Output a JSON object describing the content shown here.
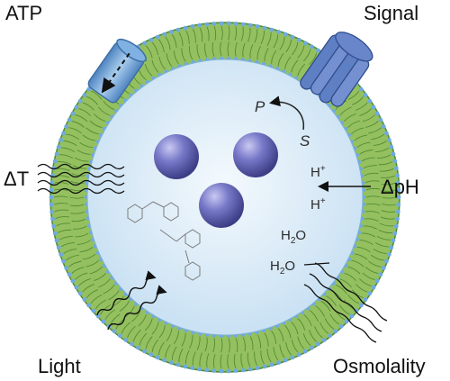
{
  "labels": {
    "atp": "ATP",
    "signal": "Signal",
    "delta_t": "ΔT",
    "delta_ph": "ΔpH",
    "light": "Light",
    "osmolality": "Osmolality"
  },
  "inner": {
    "product": "P",
    "substrate": "S",
    "proton": "H",
    "proton_charge": "+",
    "water": "H",
    "water_sub": "2",
    "water_o": "O"
  },
  "colors": {
    "membrane_fill": "#94c060",
    "membrane_edge": "#4e8a2c",
    "head_dots": "#6fa9e0",
    "lumen_fill": "#d6eaf8",
    "lumen_center": "#eef6fc",
    "sphere": "#6d6ec0",
    "protein": "#5f7fc4",
    "channel": "#6b9fd4",
    "arrow": "#111111"
  },
  "icons": [
    "transport-channel-icon",
    "receptor-protein-icon",
    "nanoparticle-icon",
    "azobenzene-molecule-icon",
    "wavy-arrow-icon"
  ]
}
